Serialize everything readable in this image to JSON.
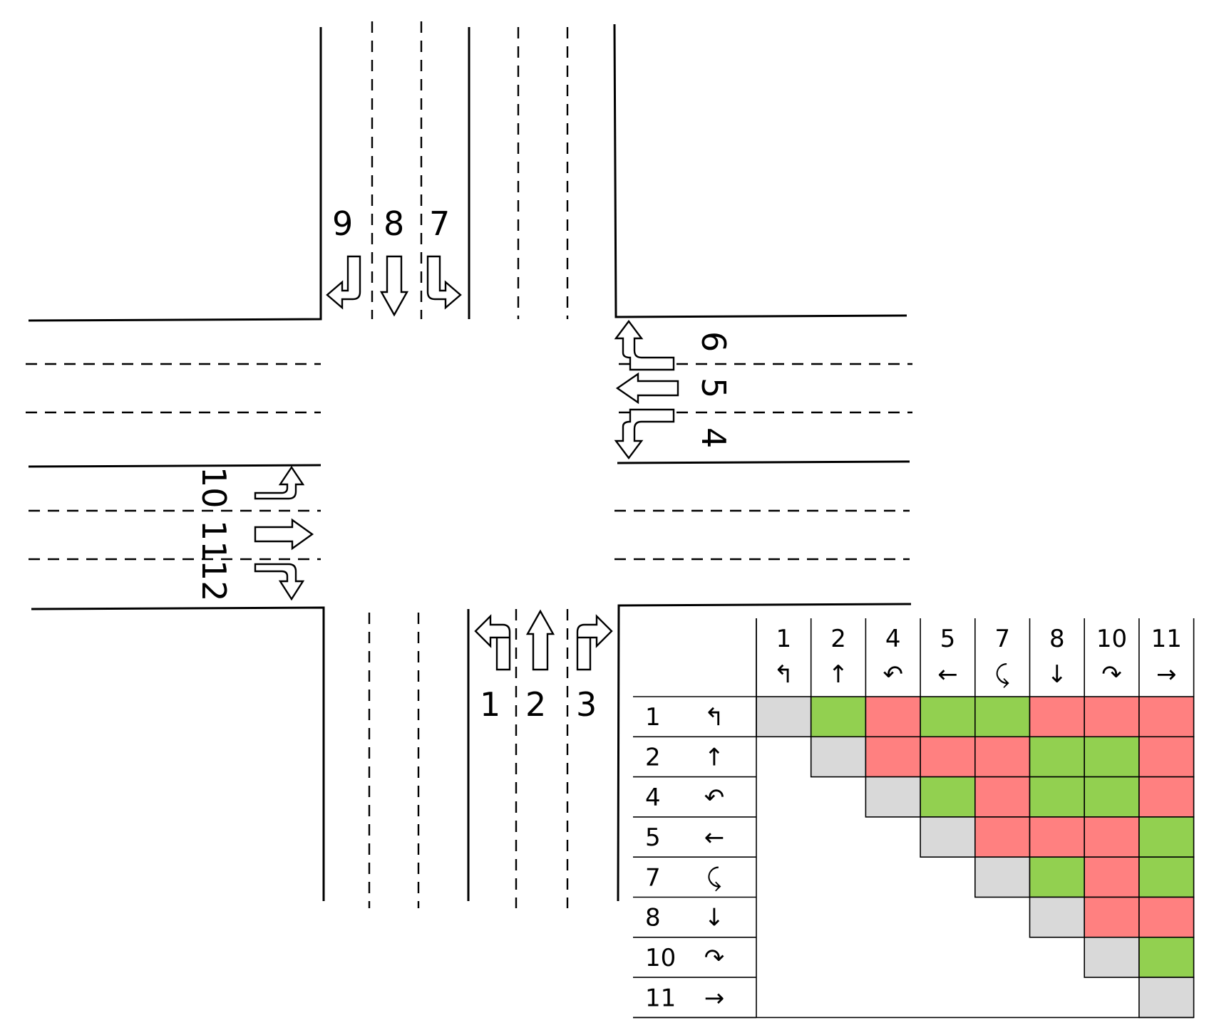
{
  "lanes": {
    "south": [
      "1",
      "2",
      "3"
    ],
    "north": [
      "7",
      "8",
      "9"
    ],
    "east": [
      "4",
      "5",
      "6"
    ],
    "west": [
      "10",
      "11",
      "12"
    ]
  },
  "matrix": {
    "headers": [
      {
        "num": "1",
        "sym": "↰"
      },
      {
        "num": "2",
        "sym": "↑"
      },
      {
        "num": "4",
        "sym": "↶"
      },
      {
        "num": "5",
        "sym": "←"
      },
      {
        "num": "7",
        "sym": "⤹"
      },
      {
        "num": "8",
        "sym": "↓"
      },
      {
        "num": "10",
        "sym": "↷"
      },
      {
        "num": "11",
        "sym": "→"
      }
    ],
    "cells": [
      [
        "self",
        "compatible",
        "conflict",
        "compatible",
        "compatible",
        "conflict",
        "conflict",
        "conflict"
      ],
      [
        null,
        "self",
        "conflict",
        "conflict",
        "conflict",
        "compatible",
        "compatible",
        "conflict"
      ],
      [
        null,
        null,
        "self",
        "compatible",
        "conflict",
        "compatible",
        "compatible",
        "conflict"
      ],
      [
        null,
        null,
        null,
        "self",
        "conflict",
        "conflict",
        "conflict",
        "compatible"
      ],
      [
        null,
        null,
        null,
        null,
        "self",
        "compatible",
        "conflict",
        "compatible"
      ],
      [
        null,
        null,
        null,
        null,
        null,
        "self",
        "conflict",
        "conflict"
      ],
      [
        null,
        null,
        null,
        null,
        null,
        null,
        "self",
        "compatible"
      ],
      [
        null,
        null,
        null,
        null,
        null,
        null,
        null,
        "self"
      ]
    ],
    "colors": {
      "self": "#d9d9d9",
      "compatible": "#92d050",
      "conflict": "#ff8080"
    }
  }
}
